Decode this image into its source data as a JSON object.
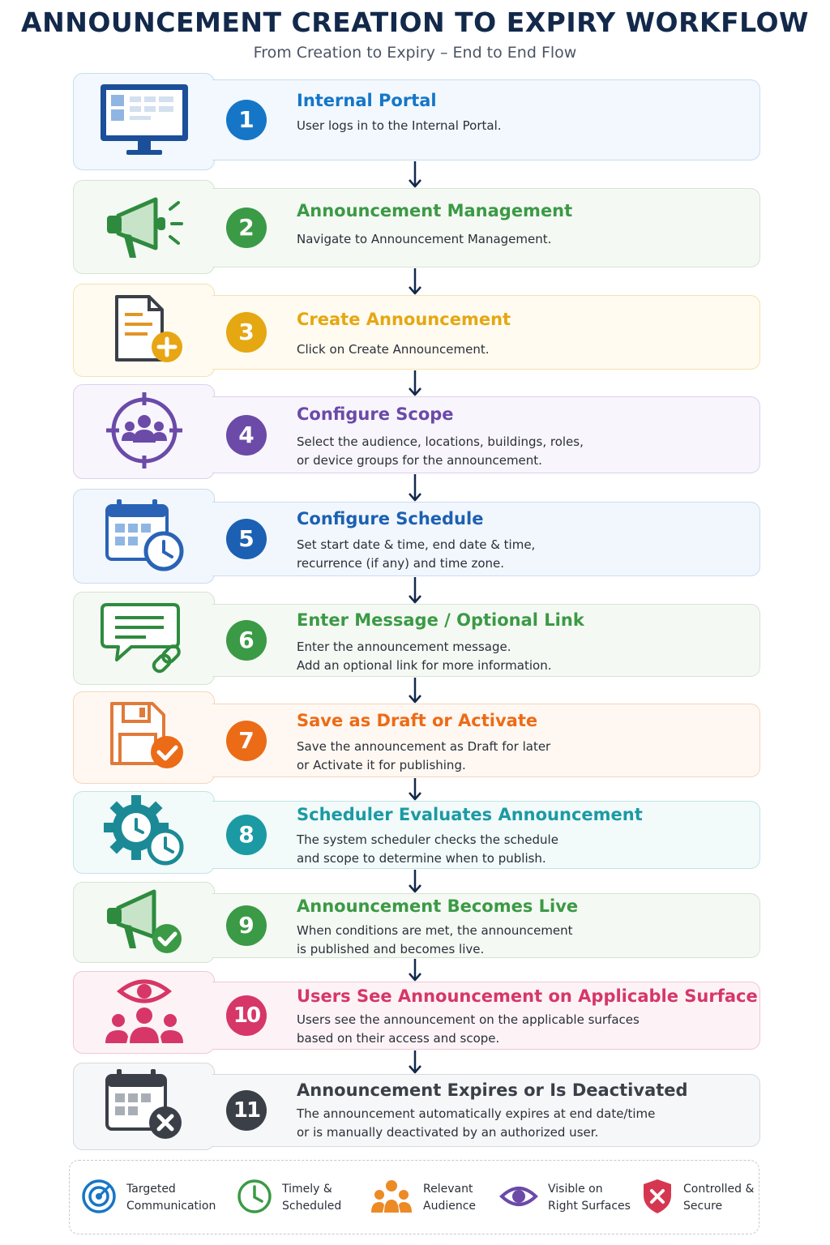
{
  "header": {
    "title": "ANNOUNCEMENT CREATION TO EXPIRY WORKFLOW",
    "subtitle": "From Creation to Expiry – End to End Flow"
  },
  "colors": {
    "blue": "#1576c8",
    "green": "#3b9a45",
    "yellow": "#e5a712",
    "purple": "#6b4aa8",
    "darkblue": "#1c60b3",
    "orange": "#ec6b17",
    "teal": "#1b9aa4",
    "pink": "#d63768",
    "gray": "#3a3f48",
    "navy": "#13294b"
  },
  "steps": [
    {
      "number": "1",
      "title": "Internal Portal",
      "lines": [
        "User logs in to the Internal Portal."
      ],
      "icon": "monitor-icon"
    },
    {
      "number": "2",
      "title": "Announcement Management",
      "lines": [
        "Navigate to Announcement Management."
      ],
      "icon": "megaphone-icon"
    },
    {
      "number": "3",
      "title": "Create Announcement",
      "lines": [
        "Click on Create Announcement."
      ],
      "icon": "document-add-icon"
    },
    {
      "number": "4",
      "title": "Configure Scope",
      "lines": [
        "Select the audience, locations, buildings, roles,",
        "or device groups for the announcement."
      ],
      "icon": "audience-target-icon"
    },
    {
      "number": "5",
      "title": "Configure Schedule",
      "lines": [
        "Set start date & time, end date & time,",
        "recurrence (if any) and time zone."
      ],
      "icon": "calendar-clock-icon"
    },
    {
      "number": "6",
      "title": "Enter Message / Optional Link",
      "lines": [
        "Enter the announcement message.",
        "Add an optional link for more information."
      ],
      "icon": "message-link-icon"
    },
    {
      "number": "7",
      "title": "Save as Draft or Activate",
      "lines": [
        "Save the announcement as Draft for later",
        "or Activate it for publishing."
      ],
      "icon": "save-check-icon"
    },
    {
      "number": "8",
      "title": "Scheduler Evaluates Announcement",
      "lines": [
        "The system scheduler checks the schedule",
        "and scope to determine when to publish."
      ],
      "icon": "gear-clock-icon"
    },
    {
      "number": "9",
      "title": "Announcement Becomes Live",
      "lines": [
        "When conditions are met, the announcement",
        "is published and becomes live."
      ],
      "icon": "megaphone-check-icon"
    },
    {
      "number": "10",
      "title": "Users See Announcement on Applicable Surface",
      "lines": [
        "Users see the announcement on the applicable surfaces",
        "based on their access and scope."
      ],
      "icon": "eye-users-icon"
    },
    {
      "number": "11",
      "title": "Announcement Expires or Is Deactivated",
      "lines": [
        "The announcement automatically expires at end date/time",
        "or is manually deactivated by an authorized user."
      ],
      "icon": "calendar-x-icon"
    }
  ],
  "features": [
    {
      "lines": [
        "Targeted",
        "Communication"
      ],
      "icon": "target-icon"
    },
    {
      "lines": [
        "Timely &",
        "Scheduled"
      ],
      "icon": "clock-icon"
    },
    {
      "lines": [
        "Relevant",
        "Audience"
      ],
      "icon": "people-icon"
    },
    {
      "lines": [
        "Visible on",
        "Right Surfaces"
      ],
      "icon": "eye-icon"
    },
    {
      "lines": [
        "Controlled &",
        "Secure"
      ],
      "icon": "shield-x-icon"
    }
  ]
}
